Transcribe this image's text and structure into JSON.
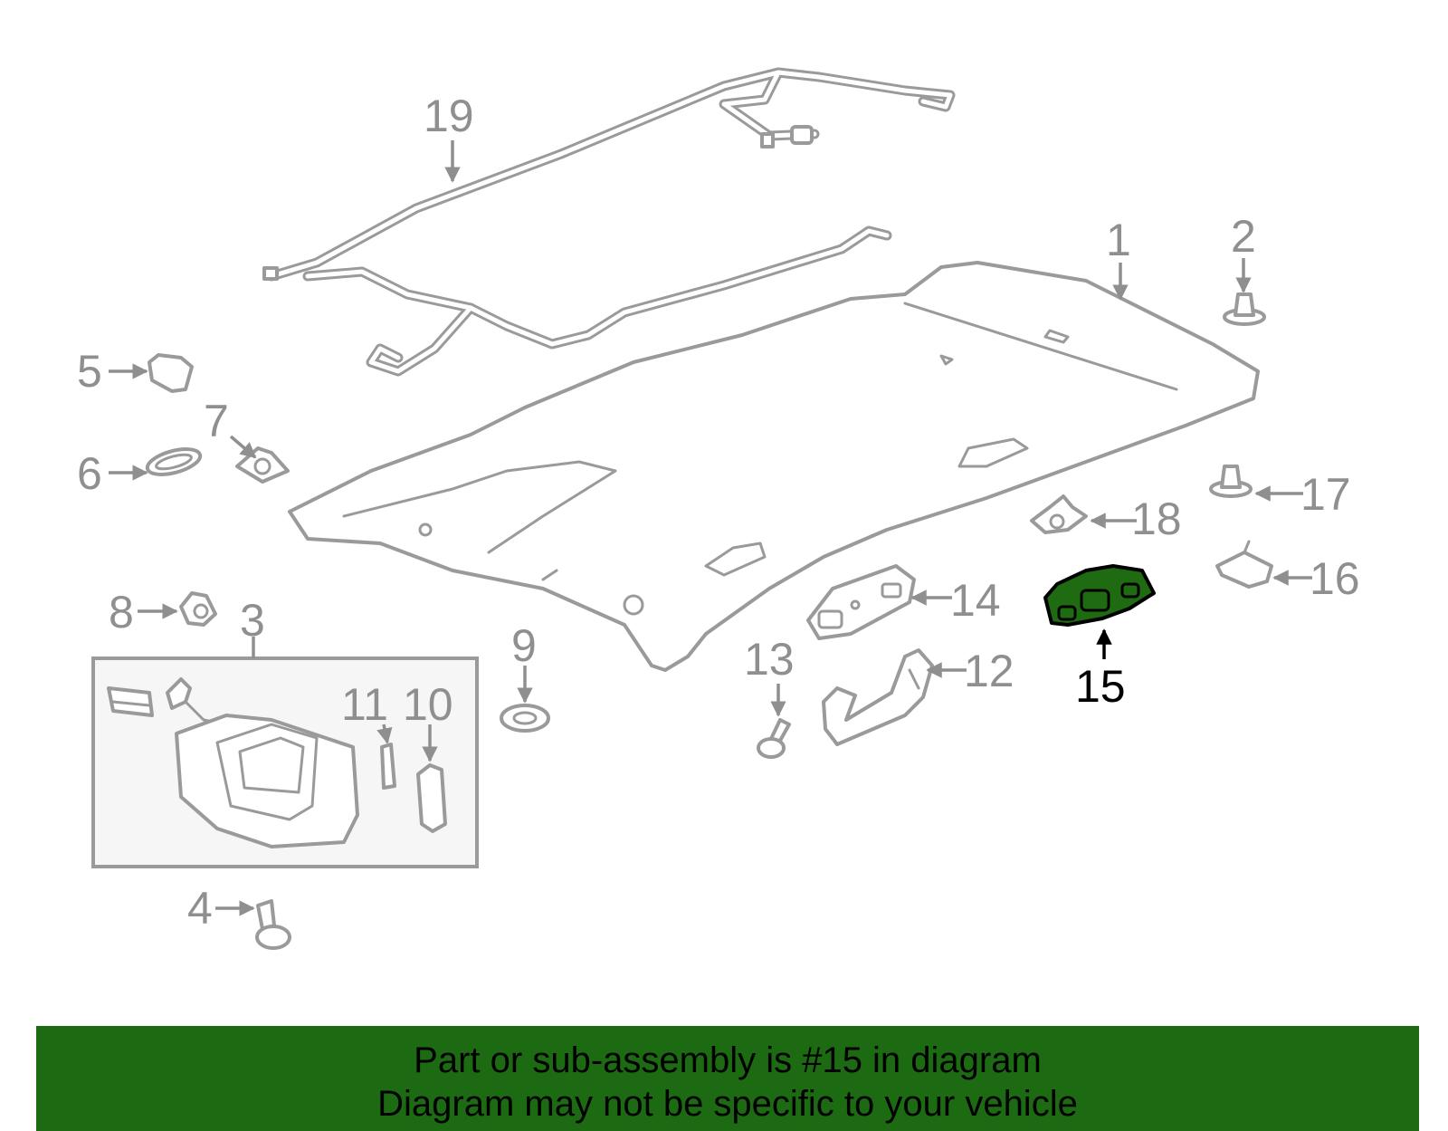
{
  "diagram": {
    "callouts": [
      "1",
      "2",
      "3",
      "4",
      "5",
      "6",
      "7",
      "8",
      "9",
      "10",
      "11",
      "12",
      "13",
      "14",
      "15",
      "16",
      "17",
      "18",
      "19"
    ],
    "highlighted_callout": "15",
    "highlight_color": "#1e6b12",
    "line_color": "#9a9a9a"
  },
  "banner": {
    "line1": "Part or sub-assembly is #15 in diagram",
    "line2": "Diagram may not be specific to your vehicle",
    "background": "#1c6b12"
  }
}
